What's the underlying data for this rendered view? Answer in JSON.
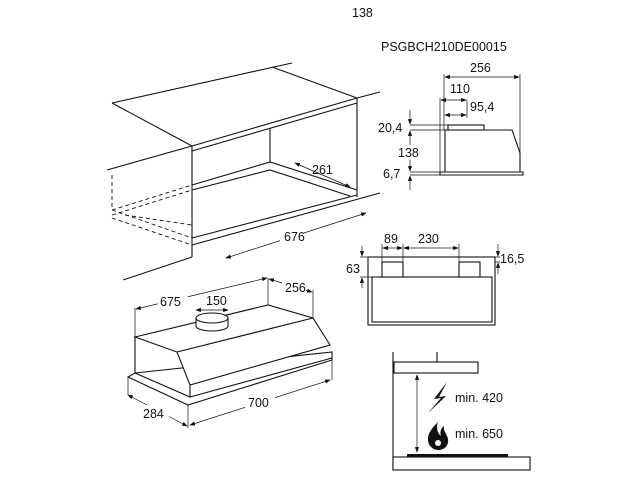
{
  "page_number": "138",
  "model_code": "PSGBCH210DE00015",
  "cabinet": {
    "depth": "261",
    "width": "676"
  },
  "hood": {
    "depth_top": "675",
    "duct": "150",
    "side": "256",
    "width": "700",
    "depth": "284"
  },
  "side_view": {
    "width": "256",
    "offset": "110",
    "duct_offset": "95,4",
    "duct_height": "20,4",
    "height": "138",
    "base": "6,7"
  },
  "front_view": {
    "side": "89",
    "middle": "230",
    "height": "63",
    "top": "16,5"
  },
  "clearance": {
    "electric": "min. 420",
    "gas": "min. 650"
  }
}
